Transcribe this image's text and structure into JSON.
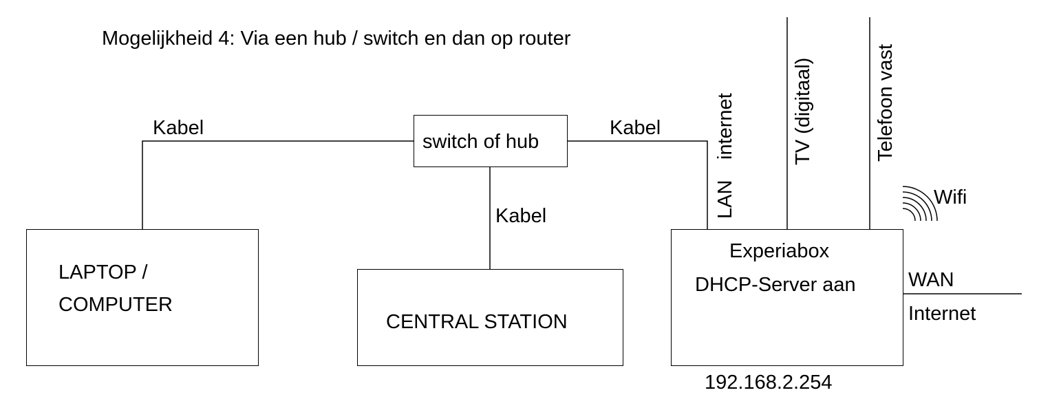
{
  "title": "Mogelijkheid 4: Via een hub / switch en dan op router",
  "nodes": {
    "switch": "switch of hub",
    "laptop_line1": "LAPTOP /",
    "laptop_line2": "COMPUTER",
    "central_station": "CENTRAL STATION",
    "router_line1": "Experiabox",
    "router_line2": "DHCP-Server aan",
    "router_ip": "192.168.2.254"
  },
  "links": {
    "laptop_switch": "Kabel",
    "switch_router": "Kabel",
    "switch_station": "Kabel"
  },
  "router_ports": {
    "lan": "LAN",
    "internet": "internet",
    "tv": "TV (digitaal)",
    "telefoon": "Telefoon vast",
    "wifi": "Wifi",
    "wan": "WAN",
    "wan_internet": "Internet"
  }
}
